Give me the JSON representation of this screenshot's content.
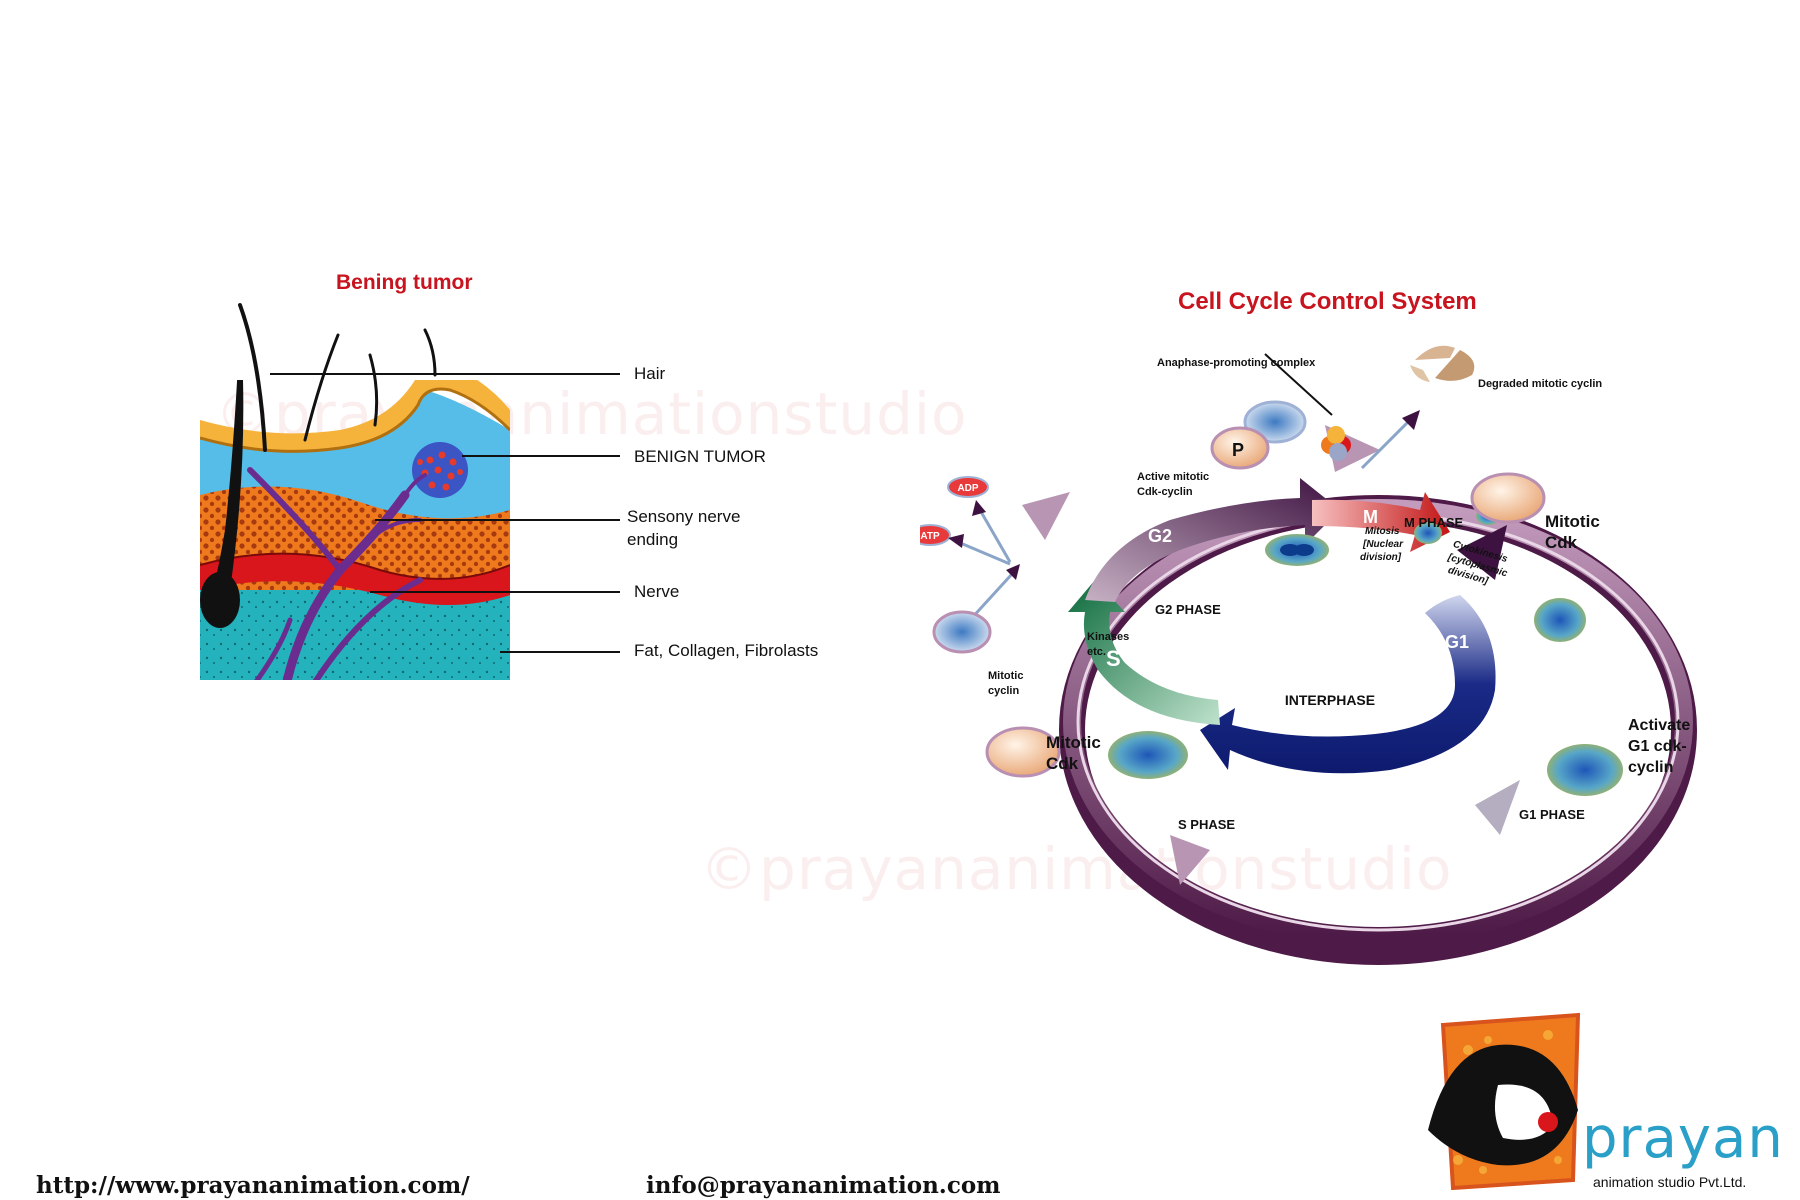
{
  "skin_diagram": {
    "title": "Bening tumor",
    "labels": {
      "hair": "Hair",
      "benign_tumor": "BENIGN TUMOR",
      "sensory_nerve_line1": "Sensony nerve",
      "sensory_nerve_line2": "ending",
      "nerve": "Nerve",
      "fat": "Fat, Collagen, Fibrolasts"
    },
    "colors": {
      "epidermis": "#f6b33c",
      "dermis": "#55bde8",
      "fat_layer": "#ef7a1e",
      "blood_vessel": "#d8161c",
      "subcutis": "#24b2bd",
      "nerve": "#6a2c8e"
    }
  },
  "cell_cycle": {
    "title": "Cell Cycle Control System",
    "center_label": "INTERPHASE",
    "phases": {
      "g1": "G1",
      "s": "S",
      "g2": "G2",
      "m": "M"
    },
    "phase_labels": {
      "g1_phase": "G1 PHASE",
      "s_phase": "S PHASE",
      "g2_phase": "G2 PHASE",
      "m_phase": "M PHASE"
    },
    "mitosis": {
      "line1": "Mitosis",
      "line2": "[Nuclear",
      "line3": "division]"
    },
    "cytokinesis": {
      "line1": "Cytokinesis",
      "line2": "[cytoplasmic",
      "line3": "division]"
    },
    "labels": {
      "apc": "Anaphase-promoting complex",
      "degraded": "Degraded mitotic cyclin",
      "active_line1": "Active mitotic",
      "active_line2": "Cdk-cyclin",
      "p": "P",
      "adp": "ADP",
      "atp": "ATP",
      "kinases_line1": "Kinases",
      "kinases_line2": "etc.",
      "mitotic_cyclin_line1": "Mitotic",
      "mitotic_cyclin_line2": "cyclin",
      "mitotic_cdk_line1": "Mitotic",
      "mitotic_cdk_line2": "Cdk",
      "activate_line1": "Activate",
      "activate_line2": "G1 cdk-",
      "activate_line3": "cyclin"
    },
    "colors": {
      "g1": "#0d1a6e",
      "s": "#0c6a3c",
      "g2": "#3d1240",
      "m": "#c21414",
      "outer_ring": "#9a6290"
    }
  },
  "footer": {
    "website": "http://www.prayananimation.com/",
    "email": "info@prayananimation.com"
  },
  "logo": {
    "brand": "prayan",
    "tagline": "animation studio Pvt.Ltd."
  },
  "watermark": "©prayananimationstudio"
}
